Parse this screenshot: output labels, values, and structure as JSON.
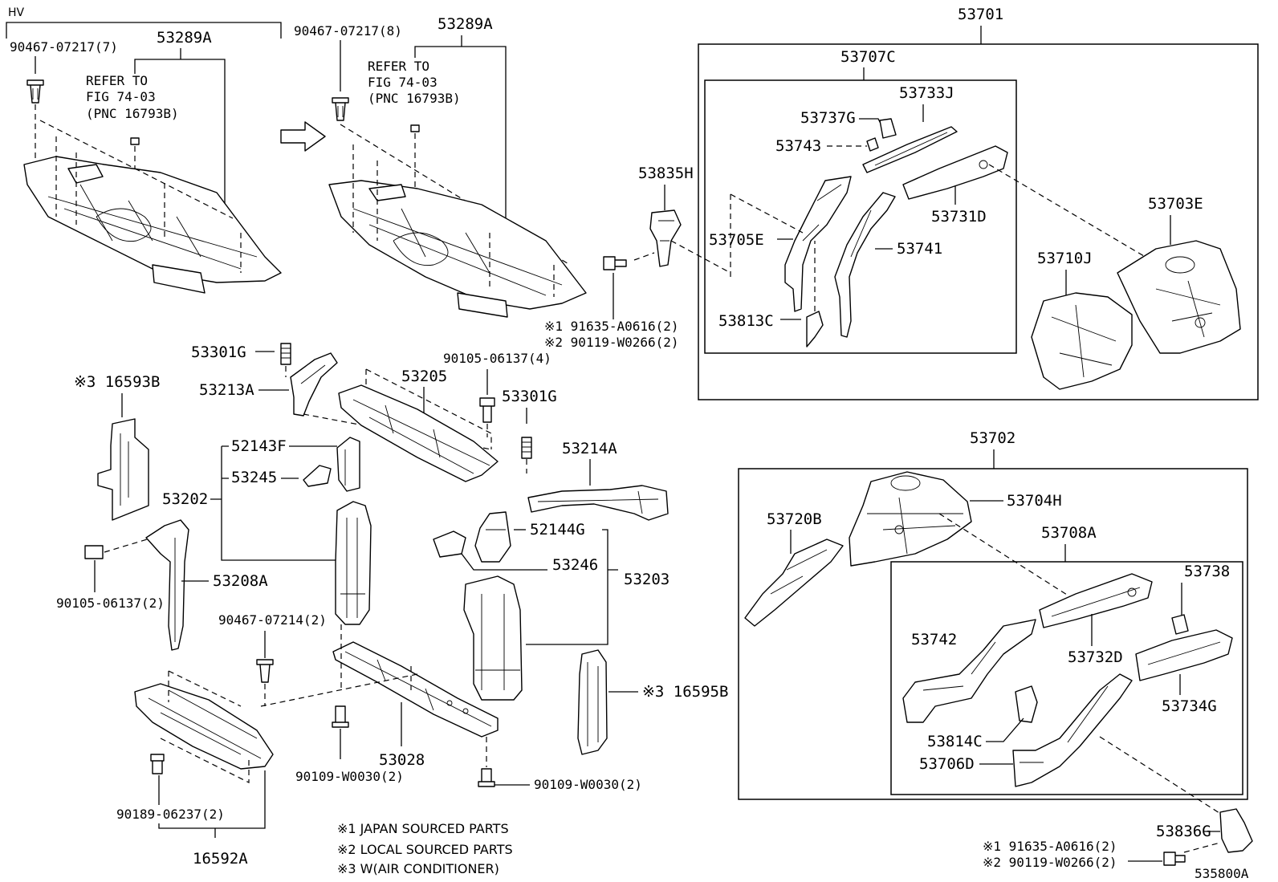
{
  "header": {
    "hv": "HV",
    "arrow_icon": "right-arrow-icon"
  },
  "labels": {
    "l_90467_07217_7": "90467-07217(7)",
    "l_53289A_a": "53289A",
    "refer_a_1": "REFER TO",
    "refer_a_2": "FIG 74-03",
    "refer_a_3": "(PNC 16793B)",
    "l_90467_07217_8": "90467-07217(8)",
    "l_53289A_b": "53289A",
    "refer_b_1": "REFER TO",
    "refer_b_2": "FIG 74-03",
    "refer_b_3": "(PNC 16793B)",
    "l_53835H": "53835H",
    "l_91635_a": "※1 91635-A0616(2)",
    "l_90119_a": "※2 90119-W0266(2)",
    "l_53701": "53701",
    "l_53707C": "53707C",
    "l_53733J": "53733J",
    "l_53737G": "53737G",
    "l_53743": "53743",
    "l_53731D": "53731D",
    "l_53705E": "53705E",
    "l_53741": "53741",
    "l_53813C": "53813C",
    "l_53703E": "53703E",
    "l_53710J": "53710J",
    "l_53301G_a": "53301G",
    "l_53213A": "53213A",
    "l_53205": "53205",
    "l_90105_06137_4": "90105-06137(4)",
    "l_53301G_b": "53301G",
    "l_16593B": "※3 16593B",
    "l_52143F": "52143F",
    "l_53245": "53245",
    "l_53202": "53202",
    "l_53214A": "53214A",
    "l_52144G": "52144G",
    "l_53246": "53246",
    "l_53203": "53203",
    "l_53208A": "53208A",
    "l_90105_06137_2": "90105-06137(2)",
    "l_90467_07214_2": "90467-07214(2)",
    "l_16595B": "※3 16595B",
    "l_53028": "53028",
    "l_90109_w0030_a": "90109-W0030(2)",
    "l_90109_w0030_b": "90109-W0030(2)",
    "l_90189_06237_2": "90189-06237(2)",
    "l_16592A": "16592A",
    "l_53702": "53702",
    "l_53704H": "53704H",
    "l_53720B": "53720B",
    "l_53708A": "53708A",
    "l_53738": "53738",
    "l_53742": "53742",
    "l_53732D": "53732D",
    "l_53734G": "53734G",
    "l_53814C": "53814C",
    "l_53706D": "53706D",
    "l_53836G": "53836G",
    "l_91635_b": "※1 91635-A0616(2)",
    "l_90119_b": "※2 90119-W0266(2)",
    "figure_id": "535800A"
  },
  "notes": {
    "n1": "※1  JAPAN SOURCED PARTS",
    "n2": "※2  LOCAL SOURCED PARTS",
    "n3": "※3  W(AIR CONDITIONER)"
  }
}
